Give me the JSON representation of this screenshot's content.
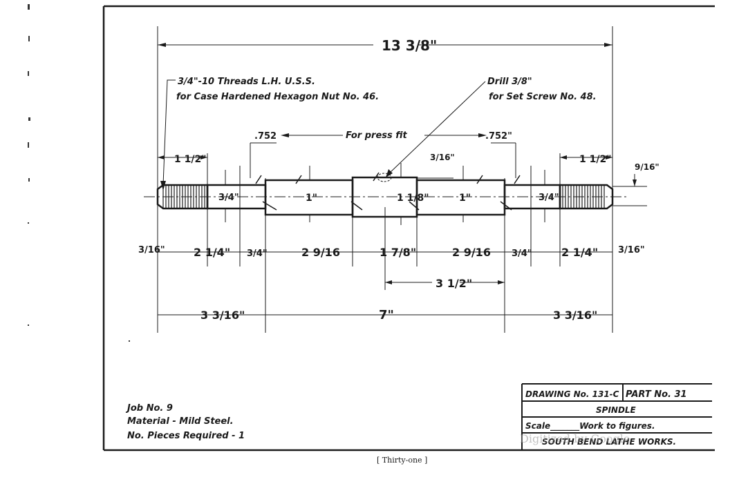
{
  "drawing": {
    "overall_length": "13 3/8\"",
    "note_thread_line1": "3/4\"-10 Threads L.H. U.S.S.",
    "note_thread_line2": "for Case Hardened Hexagon Nut No. 46.",
    "note_drill_line1": "Drill 3/8\"",
    "note_drill_line2": "for Set Screw No. 48.",
    "press_fit_label": "For press fit",
    "press_fit_left": ".752",
    "press_fit_right": ".752\"",
    "dims_top": {
      "thread_len_left": "1 1/2\"",
      "thread_len_right": "1 1/2\"",
      "set_screw_offset": "3/16\"",
      "thread_dia_right": "9/16\""
    },
    "diameters": {
      "d_left_small": "3/4\"",
      "d_left_large": "1\"",
      "d_center": "1 1/8\"",
      "d_right_large": "1\"",
      "d_right_small": "3/4\""
    },
    "dims_row1": [
      "3/16\"",
      "2 1/4\"",
      "3/4\"",
      "2 9/16",
      "1 7/8\"",
      "2 9/16",
      "3/4\"",
      "2 1/4\"",
      "3/16\""
    ],
    "dim_mid": "3 1/2\"",
    "dims_row3": [
      "3 3/16\"",
      "7\"",
      "3 3/16\""
    ],
    "job": {
      "job_no": "Job No. 9",
      "material": "Material - Mild Steel.",
      "pieces": "No. Pieces Required - 1"
    },
    "title_block": {
      "drawing_no": "DRAWING No. 131-C",
      "part_no": "PART No. 31",
      "name": "SPINDLE",
      "scale": "Scale_______Work to figures.",
      "company": "SOUTH BEND LATHE WORKS."
    },
    "watermark": "Digitized by Google",
    "page_number": "[ Thirty-one ]"
  }
}
